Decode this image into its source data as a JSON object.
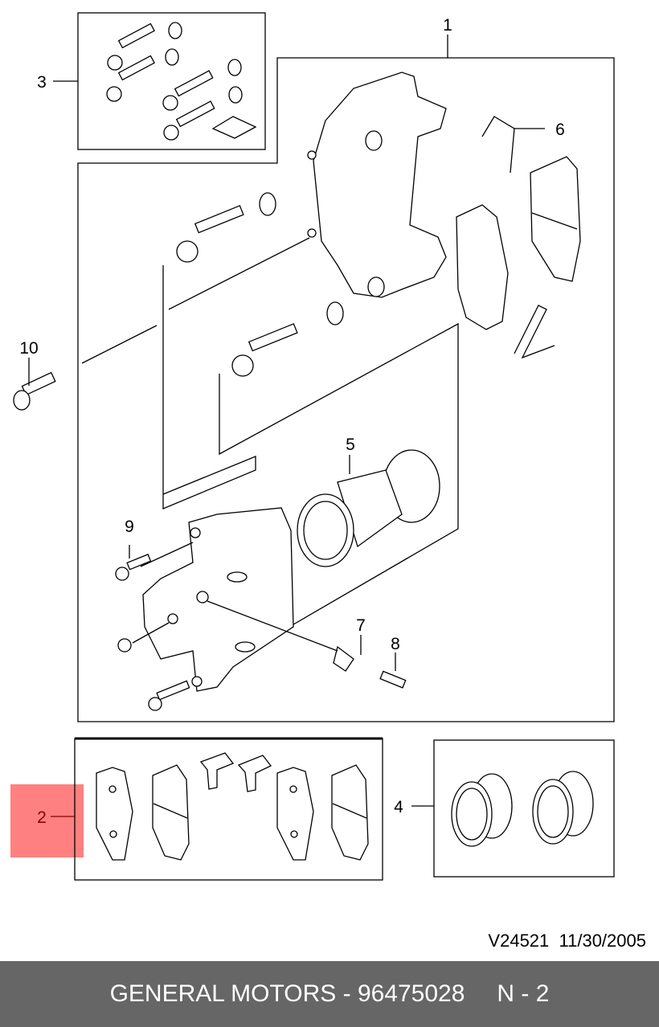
{
  "callouts": {
    "c1": "1",
    "c2": "2",
    "c3": "3",
    "c4": "4",
    "c5": "5",
    "c6": "6",
    "c7": "7",
    "c8": "8",
    "c9": "9",
    "c10": "10"
  },
  "highlight": {
    "label": "2",
    "color": "#ff8080"
  },
  "reference": {
    "code": "V24521",
    "date": "11/30/2005"
  },
  "footer": {
    "title": "GENERAL MOTORS - 96475028",
    "page": "N - 2",
    "background": "#666666"
  }
}
